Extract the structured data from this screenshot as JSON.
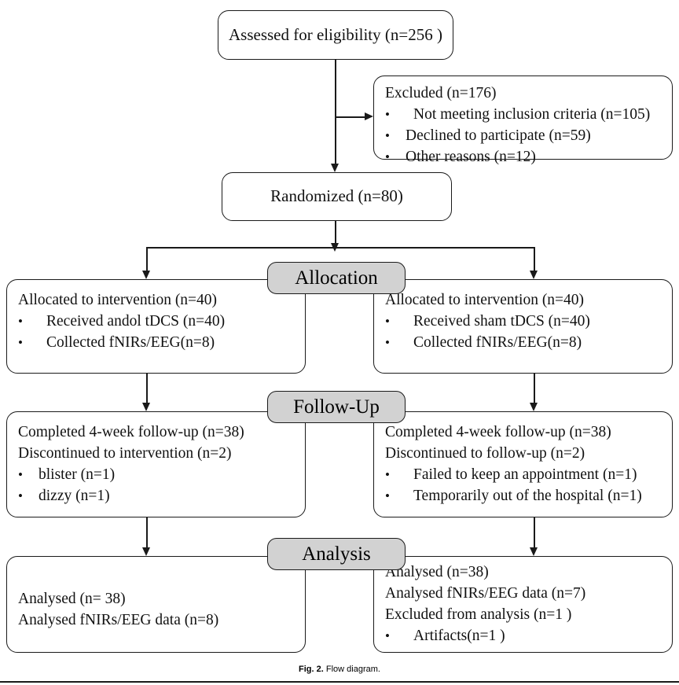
{
  "figure": {
    "caption_number": "Fig. 2.",
    "caption_text": "Flow diagram."
  },
  "bands": {
    "allocation": "Allocation",
    "followup": "Follow-Up",
    "analysis": "Analysis"
  },
  "enrollment": {
    "assessed": "Assessed for eligibility (n=256 )",
    "randomized": "Randomized (n=80)",
    "excluded": {
      "title": "Excluded  (n=176)",
      "items": [
        "Not meeting inclusion criteria (n=105)",
        "Declined to participate (n=59)",
        "Other reasons (n=12)"
      ]
    }
  },
  "allocation": {
    "left": {
      "title": "Allocated to intervention (n=40)",
      "items": [
        "Received andol tDCS (n=40)",
        "Collected fNIRs/EEG(n=8)"
      ]
    },
    "right": {
      "title": "Allocated to intervention (n=40)",
      "items": [
        "Received sham tDCS (n=40)",
        "Collected fNIRs/EEG(n=8)"
      ]
    }
  },
  "followup": {
    "left": {
      "line1": "Completed 4-week follow-up  (n=38)",
      "line2": "Discontinued  to intervention (n=2)",
      "items": [
        "blister (n=1)",
        "dizzy (n=1)"
      ]
    },
    "right": {
      "line1": "Completed 4-week follow-up  (n=38)",
      "line2": "Discontinued  to follow-up (n=2)",
      "items": [
        "Failed to keep an appointment (n=1)",
        "Temporarily out of the hospital (n=1)"
      ]
    }
  },
  "analysis": {
    "left": {
      "line1": "Analysed  (n= 38)",
      "line2": "Analysed fNIRs/EEG data (n=8)",
      "items": []
    },
    "right": {
      "line1": "Analysed  (n=38)",
      "line2": "Analysed fNIRs/EEG data (n=7)",
      "line3": "Excluded from analysis (n=1 )",
      "items": [
        "Artifacts(n=1 )"
      ]
    }
  },
  "colors": {
    "band_fill": "#d2d2d2",
    "stroke": "#1a1a1a",
    "background": "#ffffff"
  }
}
